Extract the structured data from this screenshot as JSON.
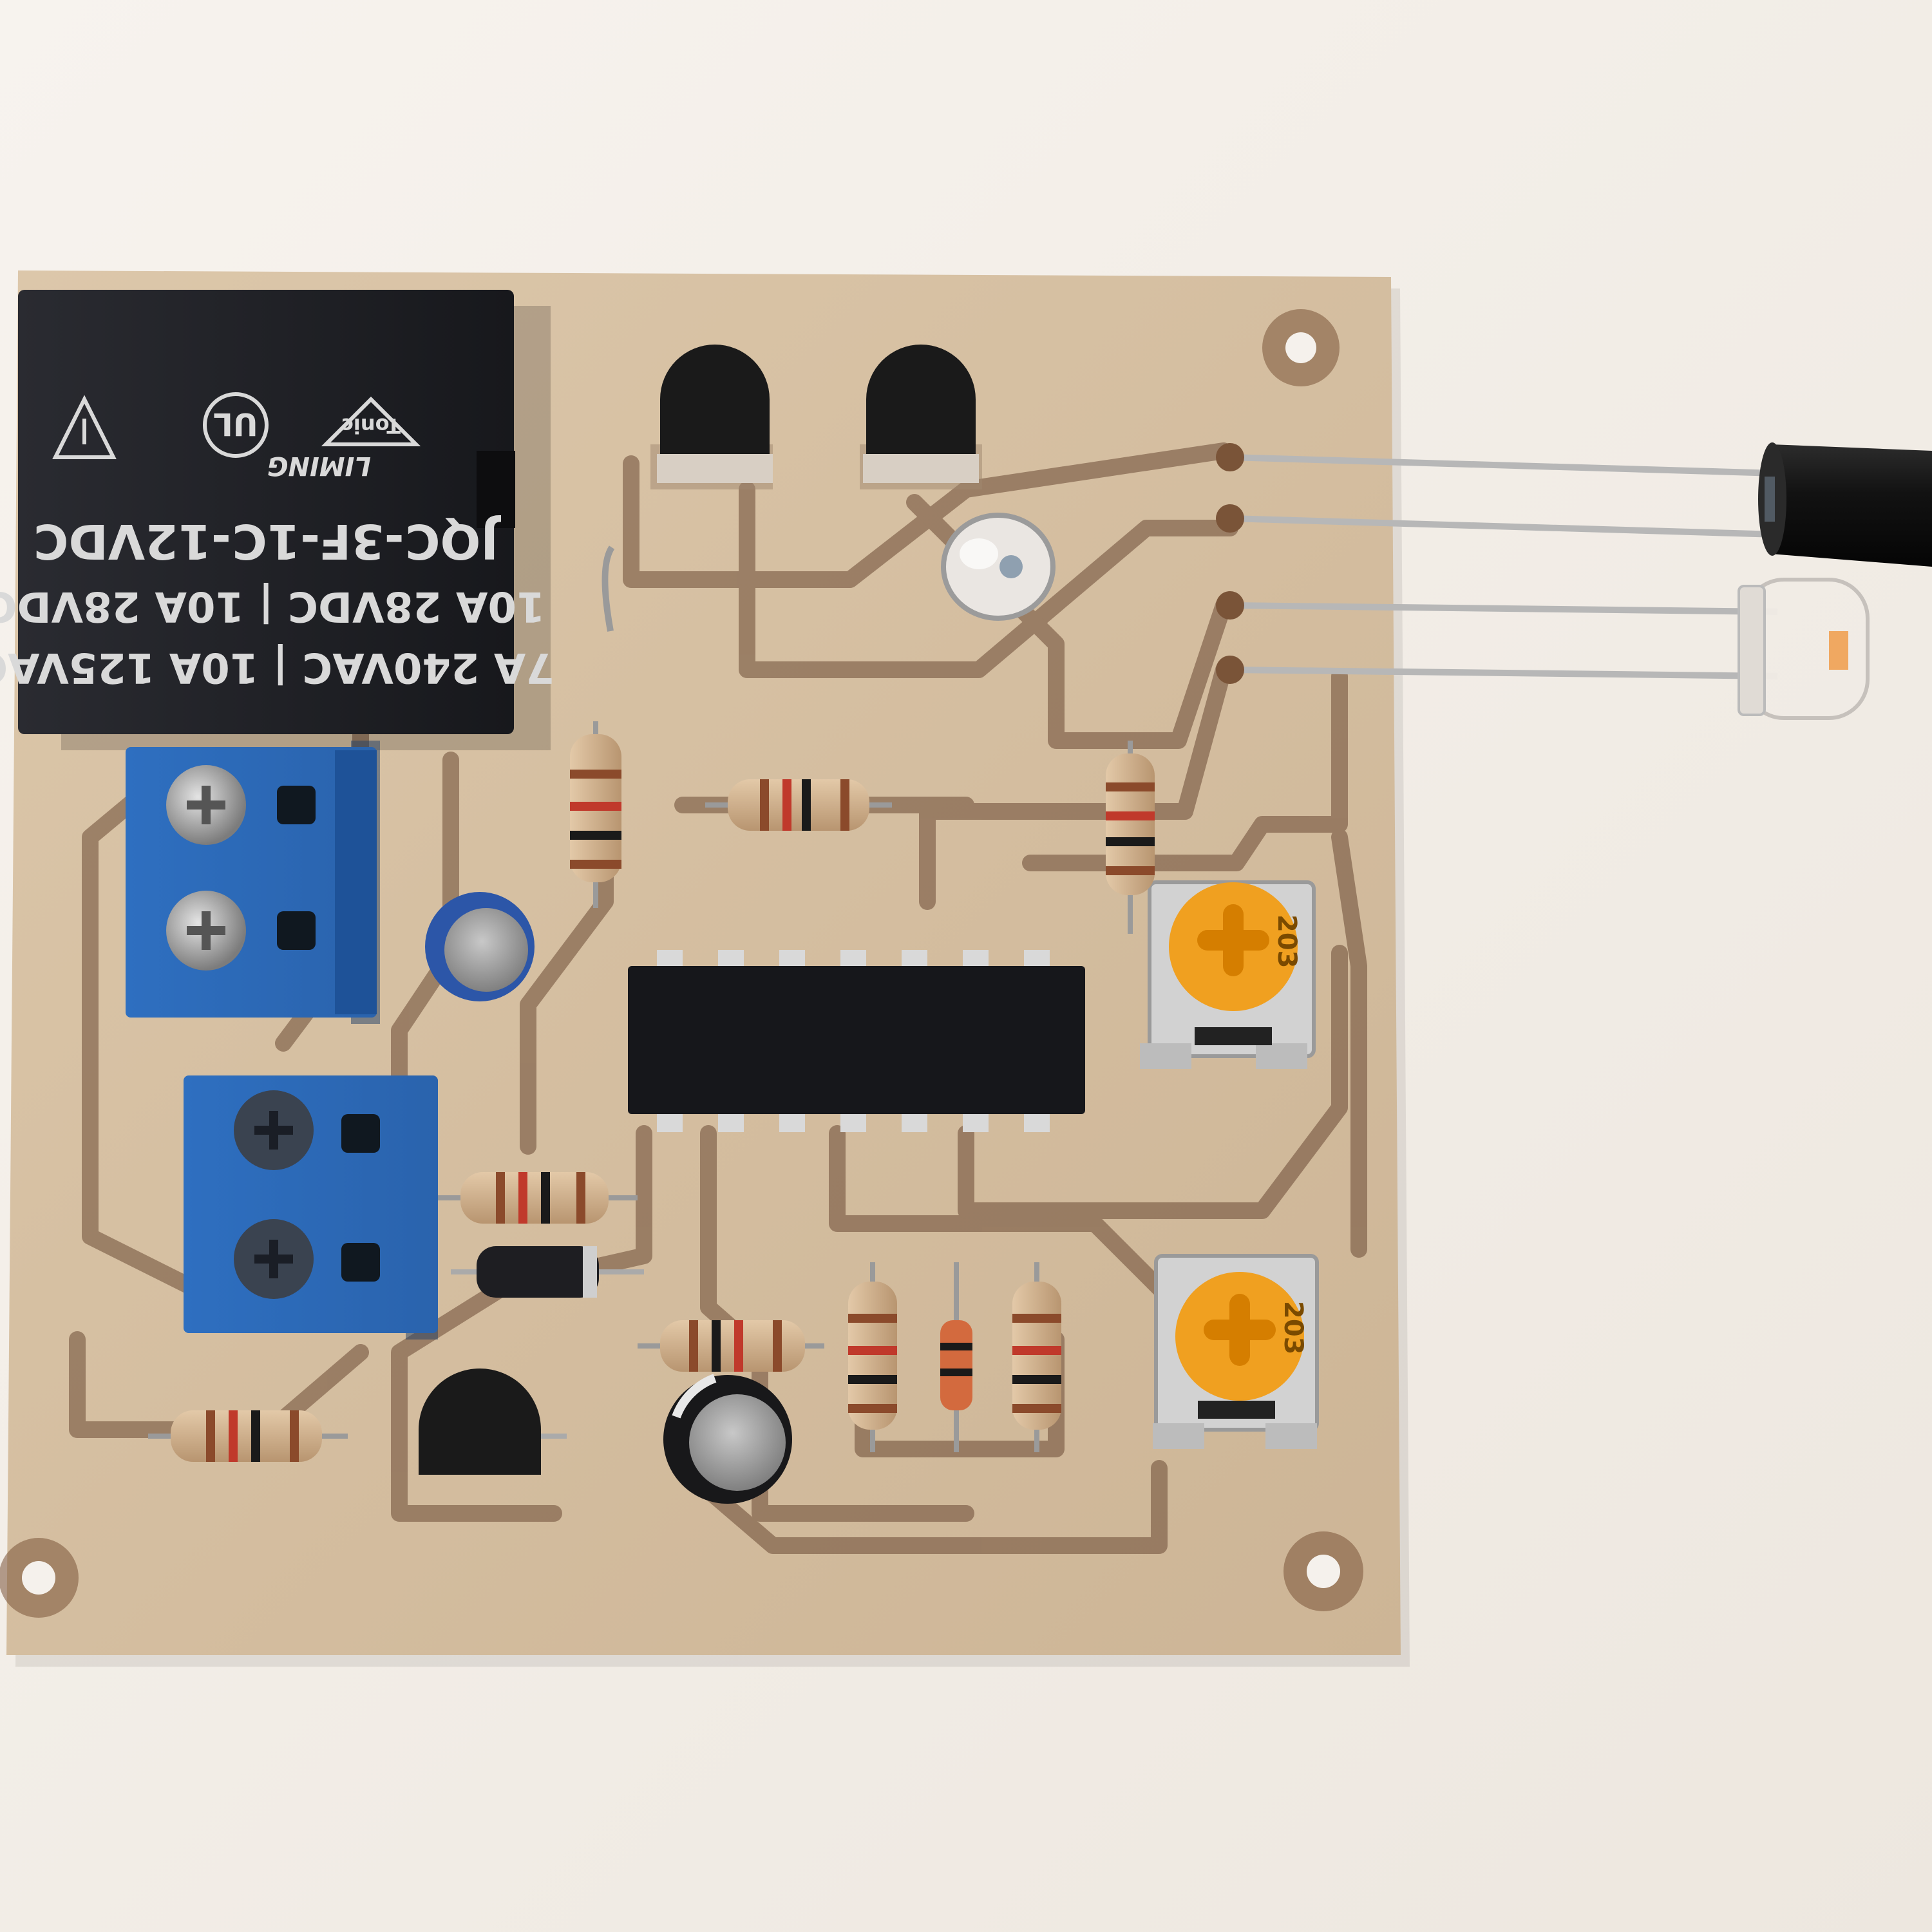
{
  "photo": {
    "subject": "",
    "colors": {
      "background": "#f3efe9",
      "pcb": "#d8c4a8",
      "trace": "#6b4a35",
      "relay": "#1e1f24",
      "terminal": "#2f72c4",
      "trimmer": "#f0a020",
      "ic": "#16171b",
      "transistor": "#1a1a1a"
    }
  },
  "relay": {
    "brand": "LIMING",
    "rating_1": "7A  240VAC | 10A 125VAC",
    "rating_2": "10A 28VDC | 10A  28VDC",
    "model": "JQC-3F-1C-12VDC",
    "logo": "Tonic"
  },
  "trimmer_top": {
    "code": "203"
  },
  "trimmer_bottom": {
    "code": "203"
  },
  "ic": {
    "marking": ""
  }
}
